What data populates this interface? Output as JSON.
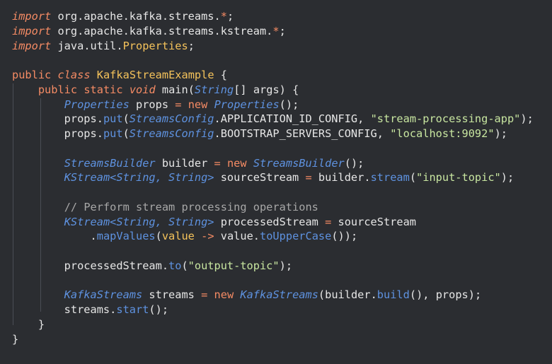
{
  "colors": {
    "background": "#2b2d31",
    "plain": "#e6e6e6",
    "keyword": "#f58b64",
    "keyword_italic": "#f58b64",
    "type": "#5e92e0",
    "method": "#5e92e0",
    "string": "#c8e6a0",
    "punct": "#e6e6e6",
    "comment": "#a7a7a7",
    "highlight": "#f5c35b",
    "operator": "#f58b64"
  },
  "code_lines": [
    [
      [
        "import",
        "kwi"
      ],
      [
        " org.apache.kafka.streams.",
        "plain"
      ],
      [
        "*",
        "op"
      ],
      [
        ";",
        "plain"
      ]
    ],
    [
      [
        "import",
        "kwi"
      ],
      [
        " org.apache.kafka.streams.kstream.",
        "plain"
      ],
      [
        "*",
        "op"
      ],
      [
        ";",
        "plain"
      ]
    ],
    [
      [
        "import",
        "kwi"
      ],
      [
        " java.util.",
        "plain"
      ],
      [
        "Properties",
        "hl"
      ],
      [
        ";",
        "plain"
      ]
    ],
    [],
    [
      [
        "public",
        "kw"
      ],
      [
        " ",
        "plain"
      ],
      [
        "class",
        "kwi"
      ],
      [
        " ",
        "plain"
      ],
      [
        "KafkaStreamExample",
        "hl"
      ],
      [
        " {",
        "plain"
      ]
    ],
    [
      [
        "    ",
        "plain"
      ],
      [
        "public",
        "kw"
      ],
      [
        " ",
        "plain"
      ],
      [
        "static",
        "kw"
      ],
      [
        " ",
        "plain"
      ],
      [
        "void",
        "kwi"
      ],
      [
        " main(",
        "plain"
      ],
      [
        "String",
        "type"
      ],
      [
        "[] args) {",
        "plain"
      ]
    ],
    [
      [
        "        ",
        "plain"
      ],
      [
        "Properties",
        "type"
      ],
      [
        " props ",
        "plain"
      ],
      [
        "=",
        "op"
      ],
      [
        " ",
        "plain"
      ],
      [
        "new",
        "kw"
      ],
      [
        " ",
        "plain"
      ],
      [
        "Properties",
        "type"
      ],
      [
        "();",
        "plain"
      ]
    ],
    [
      [
        "        props.",
        "plain"
      ],
      [
        "put",
        "method"
      ],
      [
        "(",
        "plain"
      ],
      [
        "StreamsConfig",
        "type"
      ],
      [
        ".APPLICATION_ID_CONFIG, ",
        "plain"
      ],
      [
        "\"stream-processing-app\"",
        "str"
      ],
      [
        ");",
        "plain"
      ]
    ],
    [
      [
        "        props.",
        "plain"
      ],
      [
        "put",
        "method"
      ],
      [
        "(",
        "plain"
      ],
      [
        "StreamsConfig",
        "type"
      ],
      [
        ".BOOTSTRAP_SERVERS_CONFIG, ",
        "plain"
      ],
      [
        "\"localhost:9092\"",
        "str"
      ],
      [
        ");",
        "plain"
      ]
    ],
    [],
    [
      [
        "        ",
        "plain"
      ],
      [
        "StreamsBuilder",
        "type"
      ],
      [
        " builder ",
        "plain"
      ],
      [
        "=",
        "op"
      ],
      [
        " ",
        "plain"
      ],
      [
        "new",
        "kw"
      ],
      [
        " ",
        "plain"
      ],
      [
        "StreamsBuilder",
        "type"
      ],
      [
        "();",
        "plain"
      ]
    ],
    [
      [
        "        ",
        "plain"
      ],
      [
        "KStream<String, String>",
        "type"
      ],
      [
        " sourceStream ",
        "plain"
      ],
      [
        "=",
        "op"
      ],
      [
        " builder.",
        "plain"
      ],
      [
        "stream",
        "method"
      ],
      [
        "(",
        "plain"
      ],
      [
        "\"input-topic\"",
        "str"
      ],
      [
        ");",
        "plain"
      ]
    ],
    [],
    [
      [
        "        ",
        "plain"
      ],
      [
        "// Perform stream processing operations",
        "comment"
      ]
    ],
    [
      [
        "        ",
        "plain"
      ],
      [
        "KStream<String, String>",
        "type"
      ],
      [
        " processedStream ",
        "plain"
      ],
      [
        "=",
        "op"
      ],
      [
        " sourceStream",
        "plain"
      ]
    ],
    [
      [
        "            .",
        "plain"
      ],
      [
        "mapValues",
        "method"
      ],
      [
        "(",
        "plain"
      ],
      [
        "value",
        "hl"
      ],
      [
        " ",
        "plain"
      ],
      [
        "->",
        "op"
      ],
      [
        " value.",
        "plain"
      ],
      [
        "toUpperCase",
        "method"
      ],
      [
        "());",
        "plain"
      ]
    ],
    [],
    [
      [
        "        processedStream.",
        "plain"
      ],
      [
        "to",
        "method"
      ],
      [
        "(",
        "plain"
      ],
      [
        "\"output-topic\"",
        "str"
      ],
      [
        ");",
        "plain"
      ]
    ],
    [],
    [
      [
        "        ",
        "plain"
      ],
      [
        "KafkaStreams",
        "type"
      ],
      [
        " streams ",
        "plain"
      ],
      [
        "=",
        "op"
      ],
      [
        " ",
        "plain"
      ],
      [
        "new",
        "kw"
      ],
      [
        " ",
        "plain"
      ],
      [
        "KafkaStreams",
        "type"
      ],
      [
        "(builder.",
        "plain"
      ],
      [
        "build",
        "method"
      ],
      [
        "(), props);",
        "plain"
      ]
    ],
    [
      [
        "        streams.",
        "plain"
      ],
      [
        "start",
        "method"
      ],
      [
        "();",
        "plain"
      ]
    ],
    [
      [
        "    }",
        "plain"
      ]
    ],
    [
      [
        "}",
        "plain"
      ]
    ]
  ]
}
